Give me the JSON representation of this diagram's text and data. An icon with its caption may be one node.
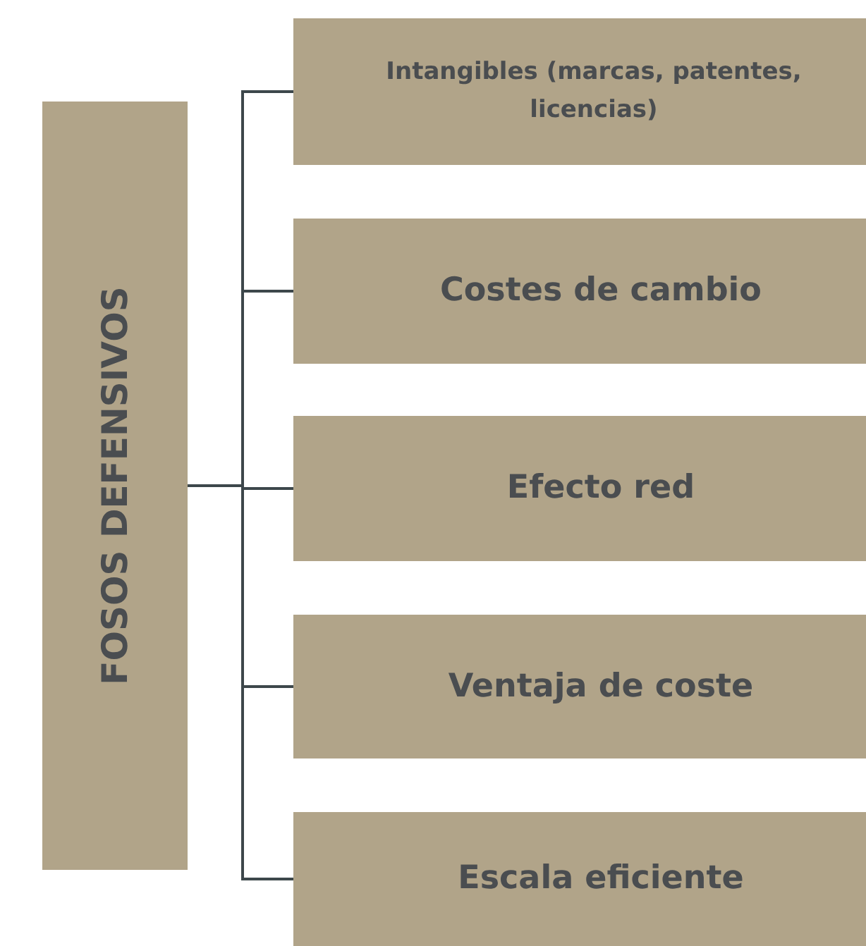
{
  "diagram": {
    "nodes": [
      {
        "text": [
          "FOSOS DEFENSIVOS"
        ]
      },
      {
        "text": [
          "Intangibles (marcas, patentes, licencias)"
        ]
      },
      {
        "text": [
          "Costes de cambio"
        ]
      },
      {
        "text": [
          "Efecto red"
        ]
      },
      {
        "text": [
          "Ventaja de coste"
        ]
      },
      {
        "text": [
          "Escala eficiente"
        ]
      }
    ],
    "edges": [
      {
        "from": 0,
        "to": 1,
        "arrow": "none"
      },
      {
        "from": 0,
        "to": 2,
        "arrow": "none"
      },
      {
        "from": 0,
        "to": 3,
        "arrow": "none"
      },
      {
        "from": 0,
        "to": 4,
        "arrow": "none"
      },
      {
        "from": 0,
        "to": 5,
        "arrow": "none"
      }
    ]
  }
}
